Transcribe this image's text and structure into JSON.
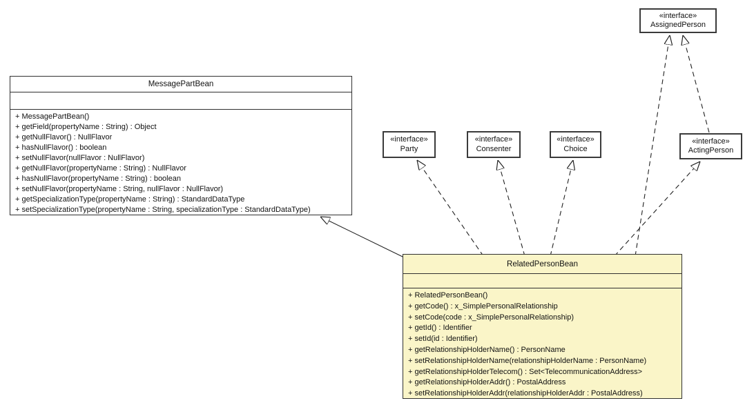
{
  "diagram": {
    "type": "uml-class-diagram",
    "classes": [
      {
        "name": "MessagePartBean",
        "fields": [],
        "methods": [
          "+ MessagePartBean()",
          "+ getField(propertyName : String) : Object",
          "+ getNullFlavor() : NullFlavor",
          "+ hasNullFlavor() : boolean",
          "+ setNullFlavor(nullFlavor : NullFlavor)",
          "+ getNullFlavor(propertyName : String) : NullFlavor",
          "+ hasNullFlavor(propertyName : String) : boolean",
          "+ setNullFlavor(propertyName : String, nullFlavor : NullFlavor)",
          "+ getSpecializationType(propertyName : String) : StandardDataType",
          "+ setSpecializationType(propertyName : String, specializationType : StandardDataType)"
        ]
      },
      {
        "name": "RelatedPersonBean",
        "highlighted": true,
        "fields": [],
        "methods": [
          "+ RelatedPersonBean()",
          "+ getCode() : x_SimplePersonalRelationship",
          "+ setCode(code : x_SimplePersonalRelationship)",
          "+ getId() : Identifier",
          "+ setId(id : Identifier)",
          "+ getRelationshipHolderName() : PersonName",
          "+ setRelationshipHolderName(relationshipHolderName : PersonName)",
          "+ getRelationshipHolderTelecom() : Set<TelecommunicationAddress>",
          "+ getRelationshipHolderAddr() : PostalAddress",
          "+ setRelationshipHolderAddr(relationshipHolderAddr : PostalAddress)"
        ]
      }
    ],
    "interfaces": [
      {
        "stereotype": "«interface»",
        "name": "Party"
      },
      {
        "stereotype": "«interface»",
        "name": "Consenter"
      },
      {
        "stereotype": "«interface»",
        "name": "Choice"
      },
      {
        "stereotype": "«interface»",
        "name": "ActingPerson"
      },
      {
        "stereotype": "«interface»",
        "name": "AssignedPerson"
      }
    ],
    "relationships": [
      {
        "from": "RelatedPersonBean",
        "to": "MessagePartBean",
        "type": "generalization",
        "line": "solid"
      },
      {
        "from": "RelatedPersonBean",
        "to": "Party",
        "type": "realization",
        "line": "dashed"
      },
      {
        "from": "RelatedPersonBean",
        "to": "Consenter",
        "type": "realization",
        "line": "dashed"
      },
      {
        "from": "RelatedPersonBean",
        "to": "Choice",
        "type": "realization",
        "line": "dashed"
      },
      {
        "from": "RelatedPersonBean",
        "to": "ActingPerson",
        "type": "realization",
        "line": "dashed"
      },
      {
        "from": "RelatedPersonBean",
        "to": "AssignedPerson",
        "type": "realization",
        "line": "dashed"
      },
      {
        "from": "ActingPerson",
        "to": "AssignedPerson",
        "type": "realization",
        "line": "dashed"
      }
    ],
    "colors": {
      "background": "#ffffff",
      "class_fill": "#ffffff",
      "highlight_fill": "#FAF5C8",
      "border": "#2f2f2f",
      "interface_border": "#3a3a3a",
      "edge_line": "#1f1f1f"
    }
  }
}
